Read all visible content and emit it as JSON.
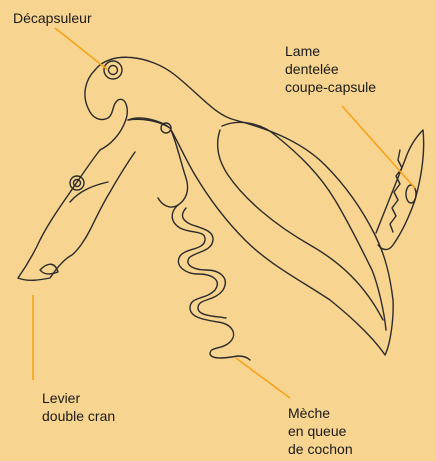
{
  "colors": {
    "background": "#f7d48f",
    "outline": "#2b2b2b",
    "leader": "#f5a31a"
  },
  "labels": {
    "decapsuleur": "Décapsuleur",
    "lame": [
      "Lame",
      "dentelée",
      "coupe-capsule"
    ],
    "levier": [
      "Levier",
      "double cran"
    ],
    "meche": [
      "Mèche",
      "en queue",
      "de cochon"
    ]
  }
}
